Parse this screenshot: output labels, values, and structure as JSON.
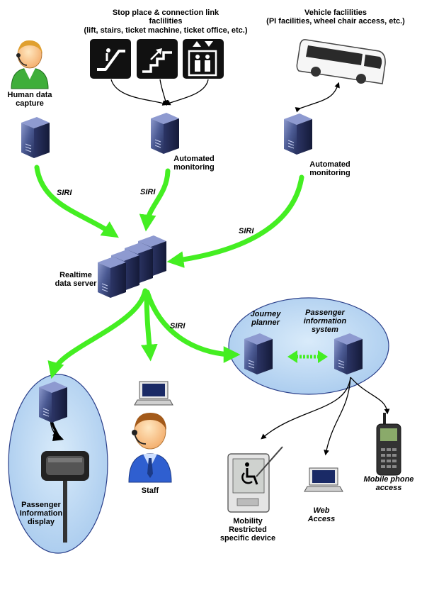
{
  "labels": {
    "stop_place_line1": "Stop place & connection link",
    "stop_place_line2": "faclilities",
    "stop_place_line3": "(lift, stairs, ticket machine, ticket office, etc.)",
    "vehicle_line1": "Vehicle faclilities",
    "vehicle_line2": "(PI facilities, wheel chair access, etc.)",
    "human_line1": "Human data",
    "human_line2": "capture",
    "auto_mon_1_line1": "Automated",
    "auto_mon_1_line2": "monitoring",
    "auto_mon_2_line1": "Automated",
    "auto_mon_2_line2": "monitoring",
    "siri_1": "SIRI",
    "siri_2": "SIRI",
    "siri_3": "SIRI",
    "siri_4": "SIRI",
    "realtime_line1": "Realtime",
    "realtime_line2": "data server",
    "journey_line1": "Journey",
    "journey_line2": "planner",
    "pis_line1": "Passenger",
    "pis_line2": "information",
    "pis_line3": "system",
    "staff": "Staff",
    "pid_line1": "Passenger",
    "pid_line2": "Information",
    "pid_line3": "display",
    "mobility_line1": "Mobility",
    "mobility_line2": "Restricted",
    "mobility_line3": "specific device",
    "web_line1": "Web",
    "web_line2": "Access",
    "mobile_line1": "Mobile phone",
    "mobile_line2": "access"
  },
  "colors": {
    "flow_arrow": "#44ee22",
    "server": "#4b5a93",
    "ellipse_fill": "#c2dcf4",
    "ellipse_stroke": "#2a3f8a",
    "icon_bg": "#111111"
  }
}
